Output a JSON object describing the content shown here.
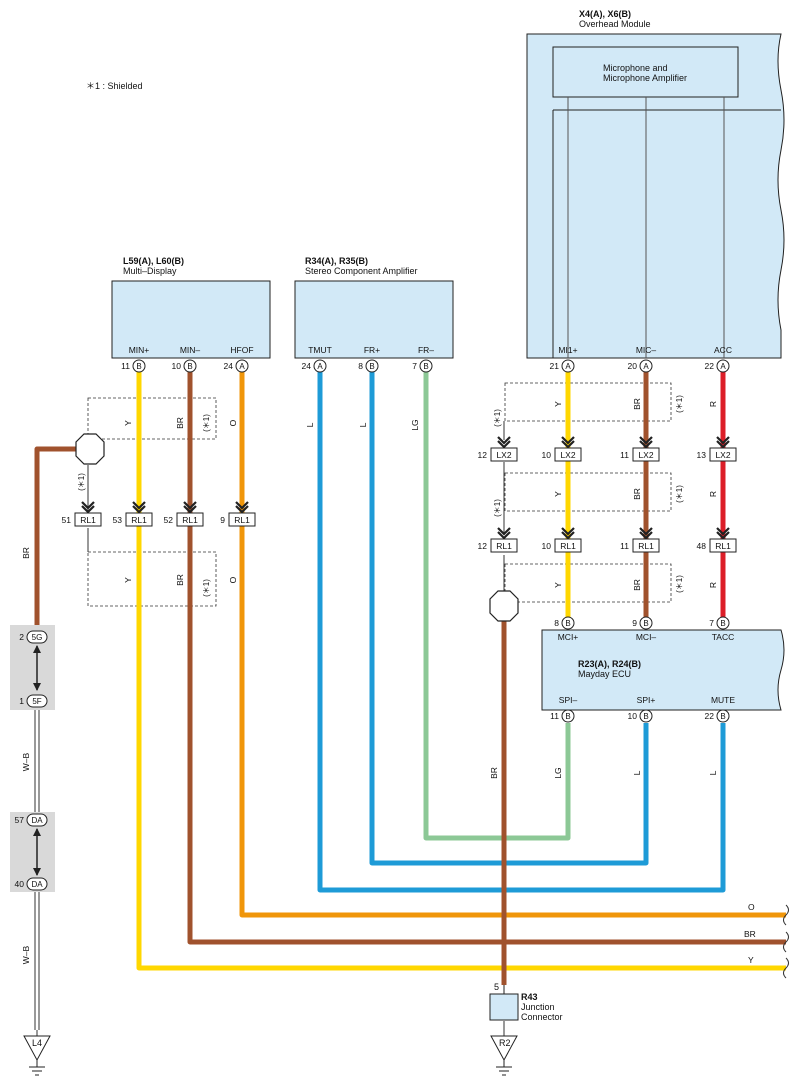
{
  "note": "＊1 : Shielded",
  "modules": {
    "overhead": {
      "code": "X4(A), X6(B)",
      "name": "Overhead Module",
      "inner": [
        "Microphone and",
        "Microphone Amplifier"
      ]
    },
    "multi_display": {
      "code": "L59(A), L60(B)",
      "name": "Multi–Display"
    },
    "stereo": {
      "code": "R34(A), R35(B)",
      "name": "Stereo Component Amplifier"
    },
    "mayday": {
      "code": "R23(A), R24(B)",
      "name": "Mayday ECU"
    }
  },
  "pins": {
    "md": [
      {
        "name": "MIN+",
        "num": "11",
        "conn": "B"
      },
      {
        "name": "MIN–",
        "num": "10",
        "conn": "B"
      },
      {
        "name": "HFOF",
        "num": "24",
        "conn": "A"
      }
    ],
    "st": [
      {
        "name": "TMUT",
        "num": "24",
        "conn": "A"
      },
      {
        "name": "FR+",
        "num": "8",
        "conn": "B"
      },
      {
        "name": "FR–",
        "num": "7",
        "conn": "B"
      }
    ],
    "oh": [
      {
        "name": "MI1+",
        "num": "21",
        "conn": "A"
      },
      {
        "name": "MIC–",
        "num": "20",
        "conn": "A"
      },
      {
        "name": "ACC",
        "num": "22",
        "conn": "A"
      }
    ],
    "mu_top": [
      {
        "name": "MCI+",
        "num": "8",
        "conn": "B"
      },
      {
        "name": "MCI–",
        "num": "9",
        "conn": "B"
      },
      {
        "name": "TACC",
        "num": "7",
        "conn": "B"
      }
    ],
    "mu_bot": [
      {
        "name": "SPI–",
        "num": "11",
        "conn": "B"
      },
      {
        "name": "SPI+",
        "num": "10",
        "conn": "B"
      },
      {
        "name": "MUTE",
        "num": "22",
        "conn": "B"
      }
    ]
  },
  "wire_labels": {
    "y": "Y",
    "br": "BR",
    "o": "O",
    "l": "L",
    "lg": "LG",
    "r": "R",
    "wb": "W–B"
  },
  "shield": "(＊1)",
  "connectors": {
    "rl1_left": [
      {
        "num": "51",
        "name": "RL1"
      },
      {
        "num": "53",
        "name": "RL1"
      },
      {
        "num": "52",
        "name": "RL1"
      },
      {
        "num": "9",
        "name": "RL1"
      }
    ],
    "lx2": [
      {
        "num": "12",
        "name": "LX2"
      },
      {
        "num": "10",
        "name": "LX2"
      },
      {
        "num": "11",
        "name": "LX2"
      },
      {
        "num": "13",
        "name": "LX2"
      }
    ],
    "rl1_right": [
      {
        "num": "12",
        "name": "RL1"
      },
      {
        "num": "10",
        "name": "RL1"
      },
      {
        "num": "11",
        "name": "RL1"
      },
      {
        "num": "48",
        "name": "RL1"
      }
    ]
  },
  "left_joints": [
    {
      "num": "2",
      "name": "5G"
    },
    {
      "num": "1",
      "name": "5F"
    },
    {
      "num": "57",
      "name": "DA"
    },
    {
      "num": "40",
      "name": "DA"
    }
  ],
  "junction": {
    "pin": "5",
    "code": "R43",
    "name": "Junction",
    "name2": "Connector"
  },
  "grounds": {
    "left": "L4",
    "right": "R2"
  },
  "colors": {
    "yellow": "#FFD700",
    "brown": "#A0522D",
    "orange": "#F0960A",
    "blue": "#1E9BD7",
    "green": "#8CC896",
    "red": "#DC1E28",
    "module": "#D2E9F7"
  }
}
